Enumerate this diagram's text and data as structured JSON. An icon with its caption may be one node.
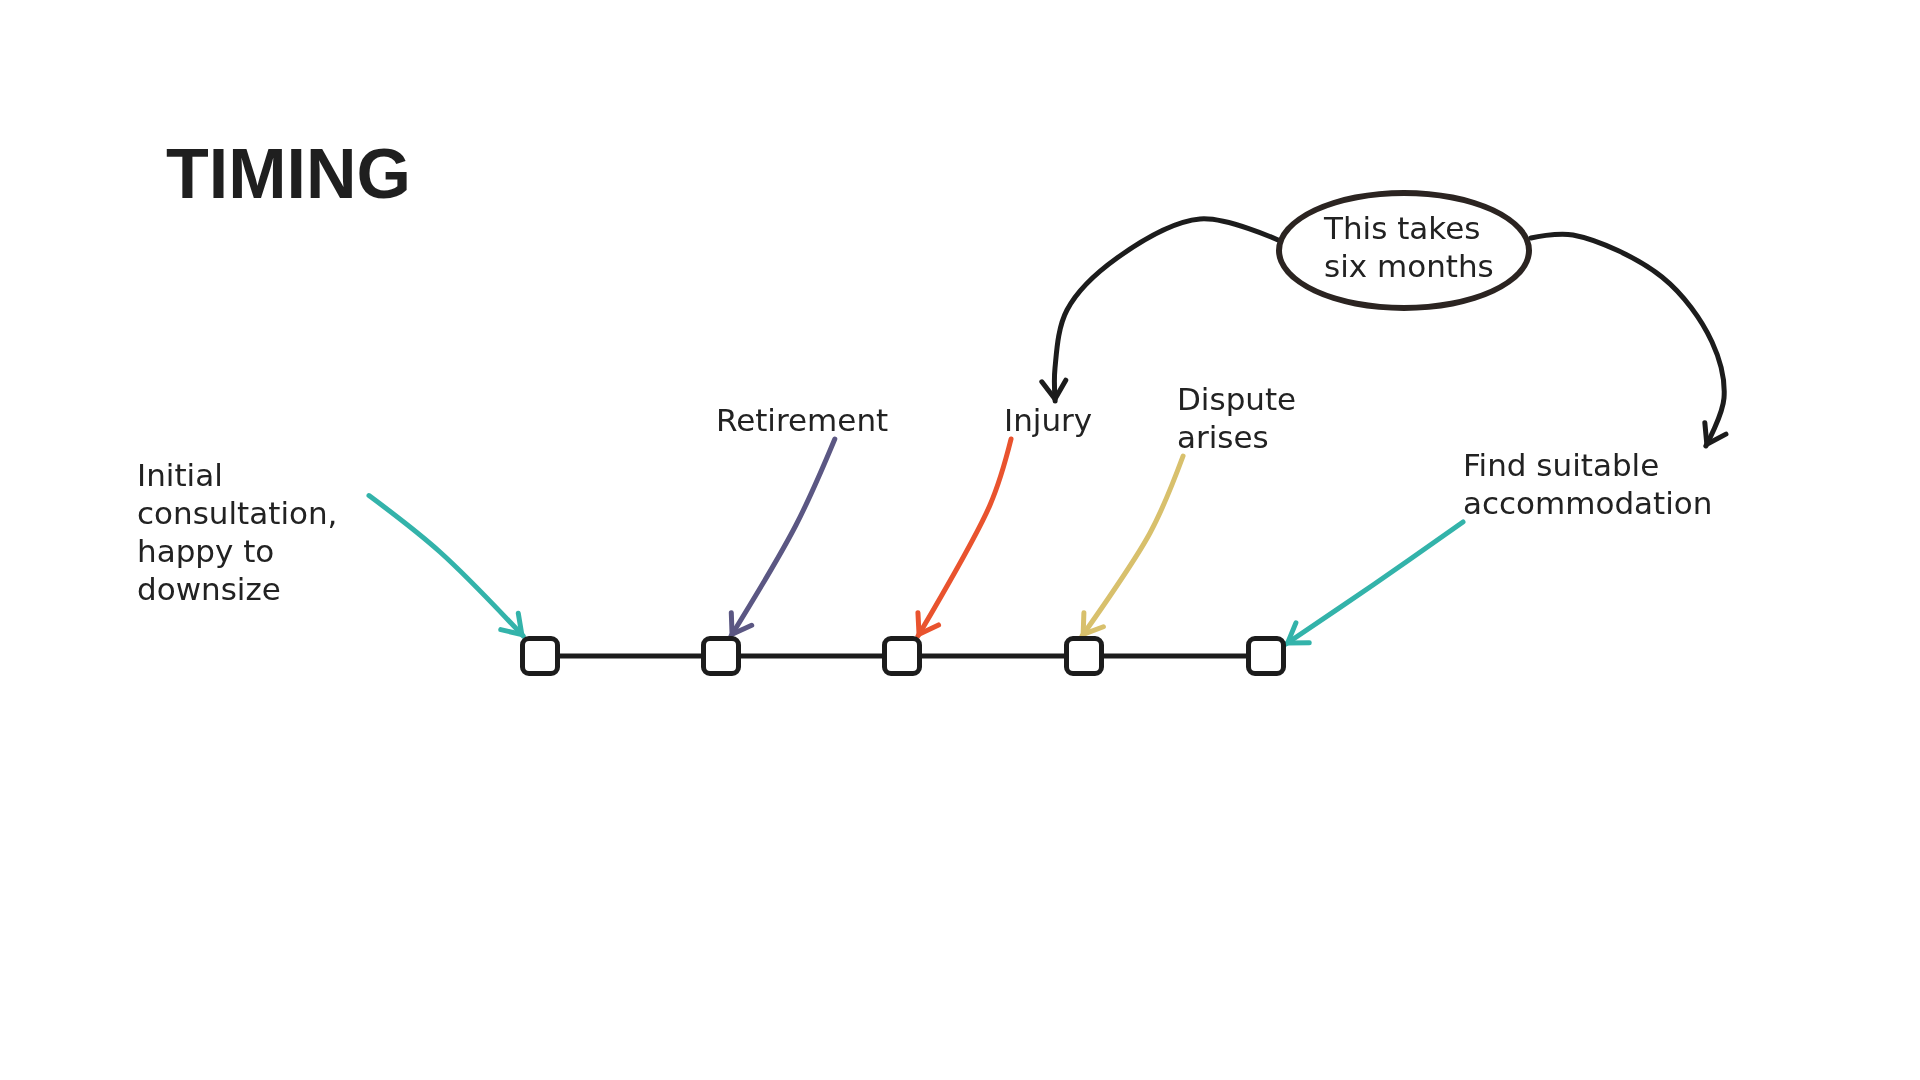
{
  "diagram": {
    "title": "TIMING",
    "nodes": [
      {
        "text": [
          "Initial consultation, happy to downsize"
        ]
      },
      {
        "text": [
          "Retirement"
        ]
      },
      {
        "text": [
          "Injury"
        ]
      },
      {
        "text": [
          "Dispute arises"
        ]
      },
      {
        "text": [
          "This takes six months"
        ]
      },
      {
        "text": [
          "Find suitable accommodation"
        ]
      },
      {
        "text": [],
        "shape": "box"
      },
      {
        "text": [],
        "shape": "box"
      },
      {
        "text": [],
        "shape": "box"
      },
      {
        "text": [],
        "shape": "box"
      },
      {
        "text": [],
        "shape": "box"
      }
    ],
    "edges": [
      {
        "from": 0,
        "to": 6,
        "arrow": "to",
        "color": "#33b3aa"
      },
      {
        "from": 1,
        "to": 7,
        "arrow": "to",
        "color": "#5b5783"
      },
      {
        "from": 2,
        "to": 8,
        "arrow": "to",
        "color": "#e9532e"
      },
      {
        "from": 3,
        "to": 9,
        "arrow": "to",
        "color": "#d8c06c"
      },
      {
        "from": 5,
        "to": 10,
        "arrow": "to",
        "color": "#33b3aa"
      },
      {
        "from": 4,
        "to": 2,
        "arrow": "to"
      },
      {
        "from": 4,
        "to": 5,
        "arrow": "to"
      },
      {
        "from": 6,
        "to": 7,
        "arrow": "none"
      },
      {
        "from": 7,
        "to": 8,
        "arrow": "none"
      },
      {
        "from": 8,
        "to": 9,
        "arrow": "none"
      },
      {
        "from": 9,
        "to": 10,
        "arrow": "none"
      }
    ]
  }
}
